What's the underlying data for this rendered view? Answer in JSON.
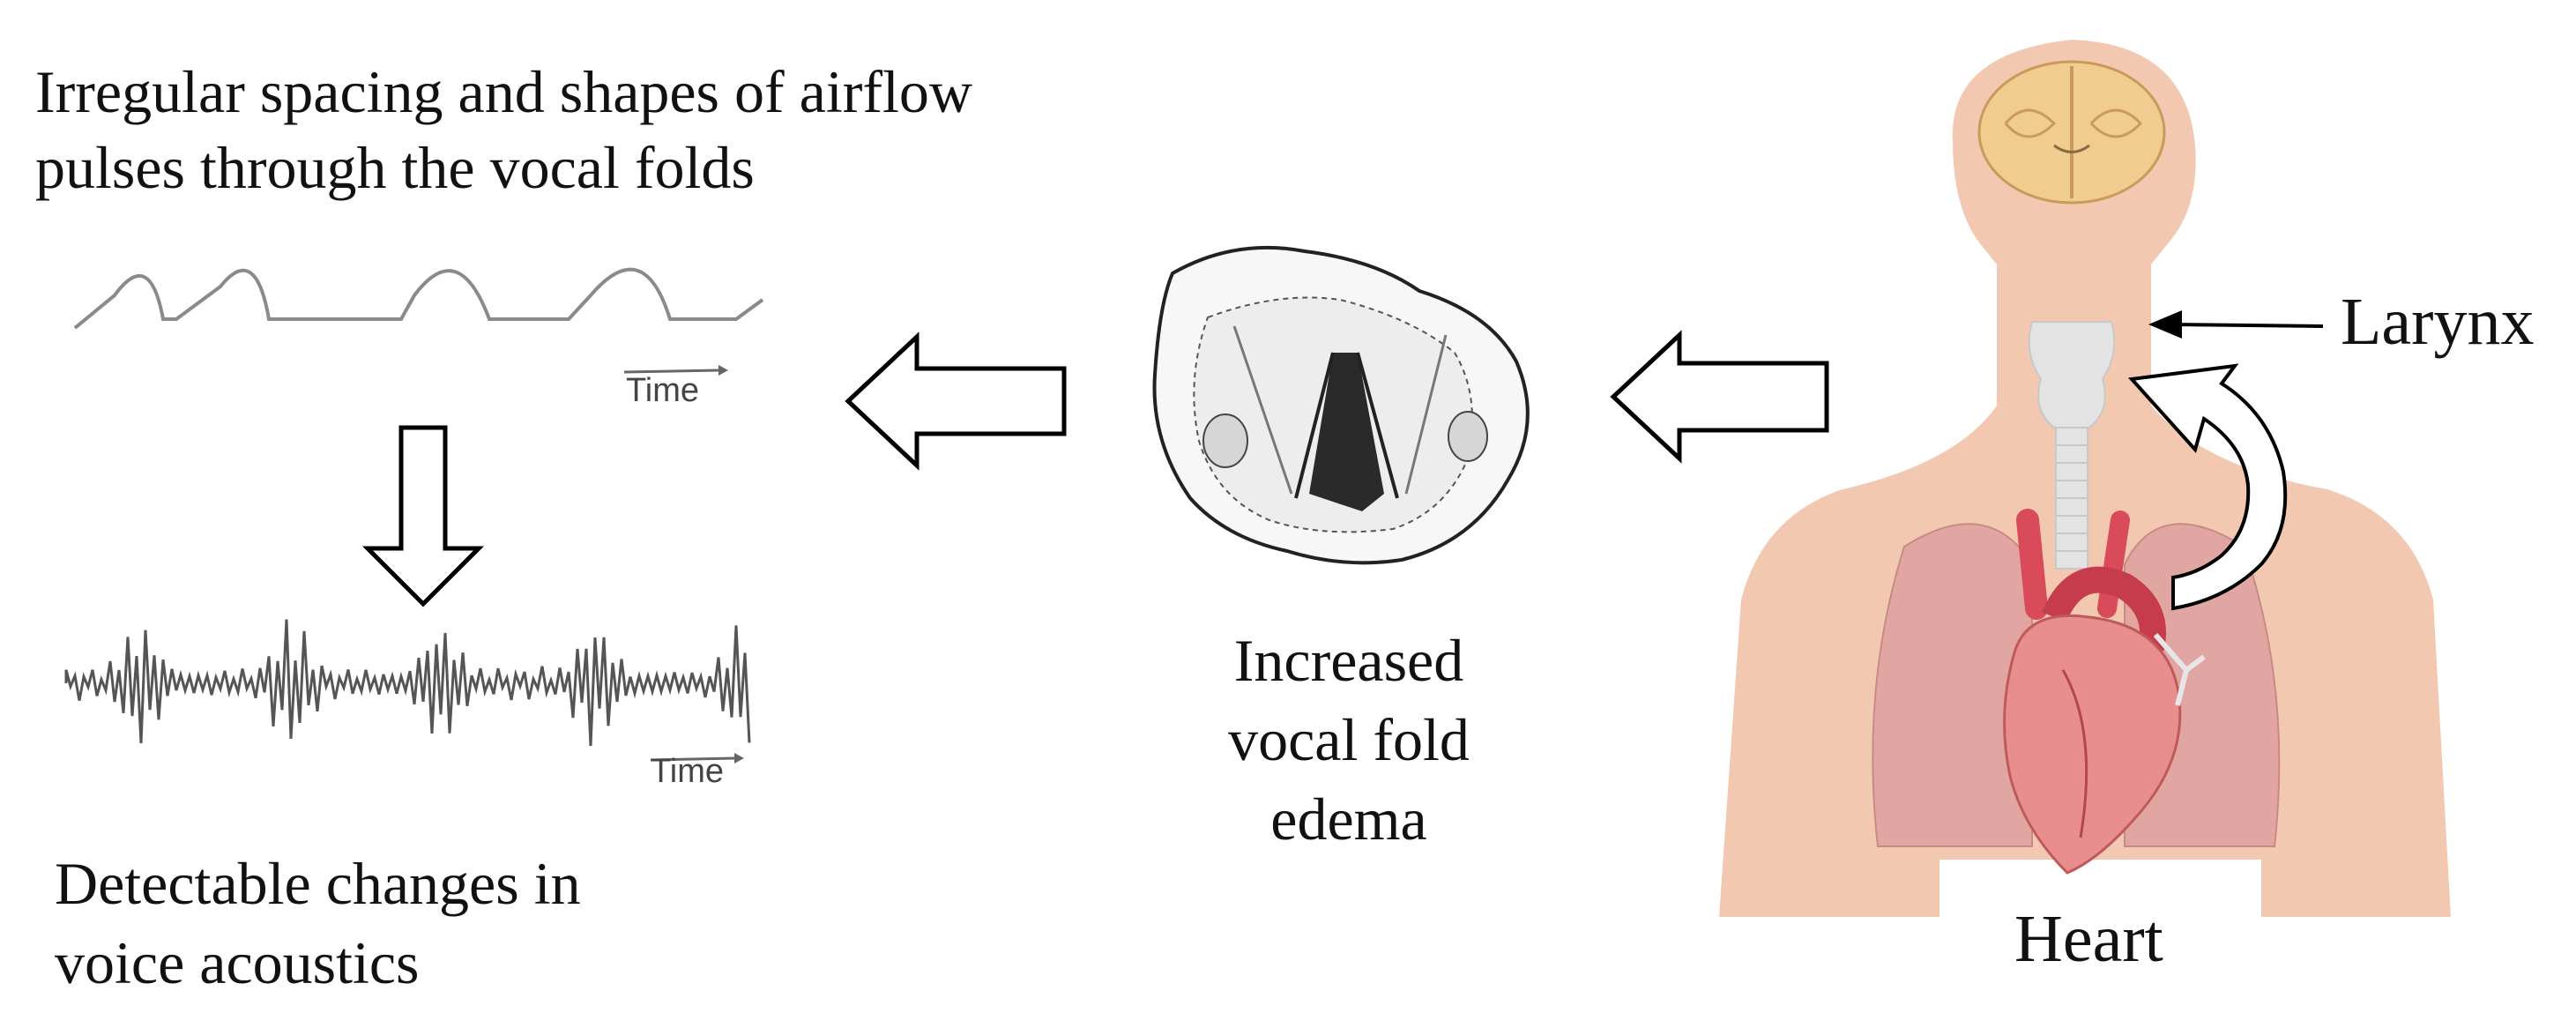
{
  "airflow": {
    "title_line1": "Irregular spacing and shapes of airflow",
    "title_line2": "pulses through the vocal folds",
    "time_label": "Time"
  },
  "acoustics": {
    "time_label": "Time",
    "caption_line1": "Detectable changes in",
    "caption_line2": "voice acoustics"
  },
  "edema": {
    "line1": "Increased",
    "line2": "vocal fold",
    "line3": "edema"
  },
  "anatomy": {
    "larynx_label": "Larynx",
    "heart_label": "Heart"
  },
  "colors": {
    "skin": "#f2c9b0",
    "heart_red": "#d94a5a",
    "lung_pink": "#e2a6a2",
    "trachea_gray": "#e3e3e3"
  },
  "icons": [
    "left-arrow-icon",
    "down-arrow-icon",
    "curved-arrow-icon"
  ]
}
